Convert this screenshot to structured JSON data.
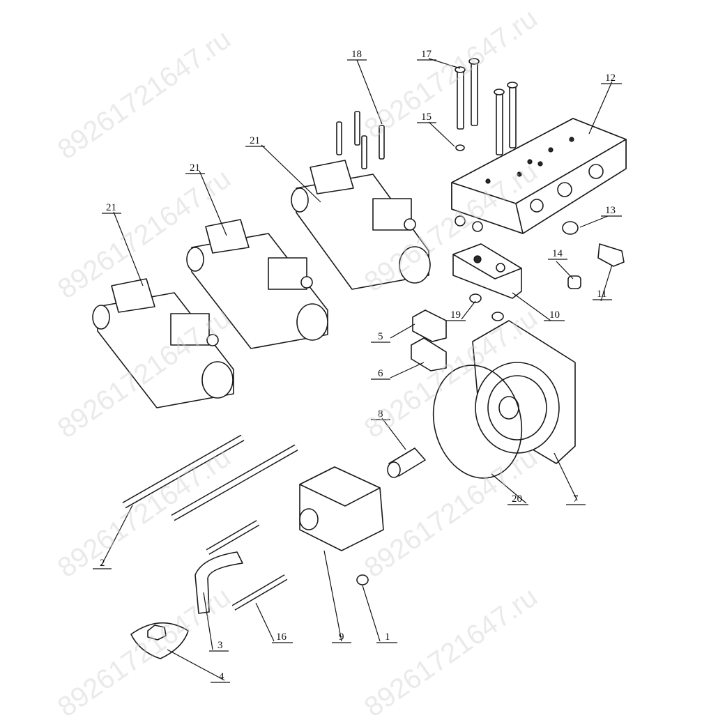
{
  "watermark": "89261721647.ru",
  "callouts": [
    {
      "id": "c1",
      "text": "1"
    },
    {
      "id": "c2",
      "text": "2"
    },
    {
      "id": "c3",
      "text": "3"
    },
    {
      "id": "c4",
      "text": "4"
    },
    {
      "id": "c5",
      "text": "5"
    },
    {
      "id": "c6",
      "text": "6"
    },
    {
      "id": "c7",
      "text": "7"
    },
    {
      "id": "c8",
      "text": "8"
    },
    {
      "id": "c9",
      "text": "9"
    },
    {
      "id": "c10",
      "text": "10"
    },
    {
      "id": "c11",
      "text": "11"
    },
    {
      "id": "c12",
      "text": "12"
    },
    {
      "id": "c13",
      "text": "13"
    },
    {
      "id": "c14",
      "text": "14"
    },
    {
      "id": "c15",
      "text": "15"
    },
    {
      "id": "c16",
      "text": "16"
    },
    {
      "id": "c17",
      "text": "17"
    },
    {
      "id": "c18",
      "text": "18"
    },
    {
      "id": "c19",
      "text": "19"
    },
    {
      "id": "c20",
      "text": "20"
    },
    {
      "id": "c21a",
      "text": "21"
    },
    {
      "id": "c21b",
      "text": "21"
    },
    {
      "id": "c21c",
      "text": "21"
    }
  ]
}
